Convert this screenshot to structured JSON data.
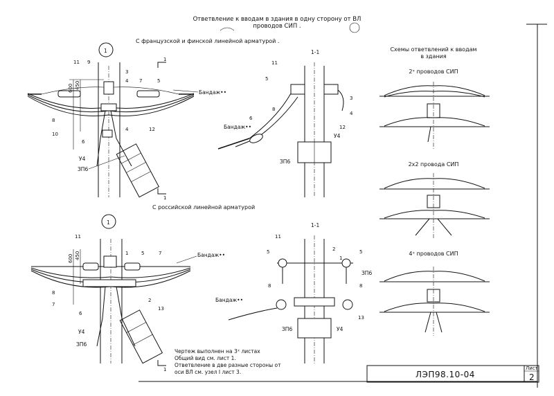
{
  "title_line1": "Ответвление к вводам в здания в одну сторону от ВЛ",
  "title_line2": "проводов СИП .",
  "top_section_title": "С французской и финской линейной арматурой .",
  "bottom_section_title": "С российской линейной арматурой",
  "node_number": "1",
  "section_label": "1-1",
  "cut_mark": "1",
  "label_bandage": "Бандаж••",
  "label_u4": "У4",
  "label_zp6": "ЗП6",
  "dim_600": "600",
  "dim_450": "450",
  "top_front_numbers": [
    "11",
    "9",
    "3",
    "4",
    "7",
    "5",
    "8",
    "10",
    "4",
    "12",
    "6"
  ],
  "top_side_numbers": [
    "11",
    "5",
    "3",
    "8",
    "4",
    "6",
    "12"
  ],
  "bottom_front_numbers": [
    "11",
    "1",
    "5",
    "7",
    "8",
    "7",
    "2",
    "6",
    "13"
  ],
  "bottom_side_numbers": [
    "11",
    "2",
    "1",
    "5",
    "5",
    "8",
    "8",
    "13"
  ],
  "schemes_title_line1": "Схемы ответвлений к вводам",
  "schemes_title_line2": "в здания",
  "scheme_labels": [
    "2ˣ проводов СИП",
    "2x2 провода СИП",
    "4ˣ проводов СИП"
  ],
  "notes": [
    "Чертеж выполнен на 3ˣ листах",
    "Общий вид см. лист 1.",
    "Ответвление в две разные стороны от",
    "оси ВЛ см. узел I лист 3."
  ],
  "stamp_code": "ЛЭП98.10-04",
  "sheet_label": "Лист",
  "sheet_number": "2"
}
